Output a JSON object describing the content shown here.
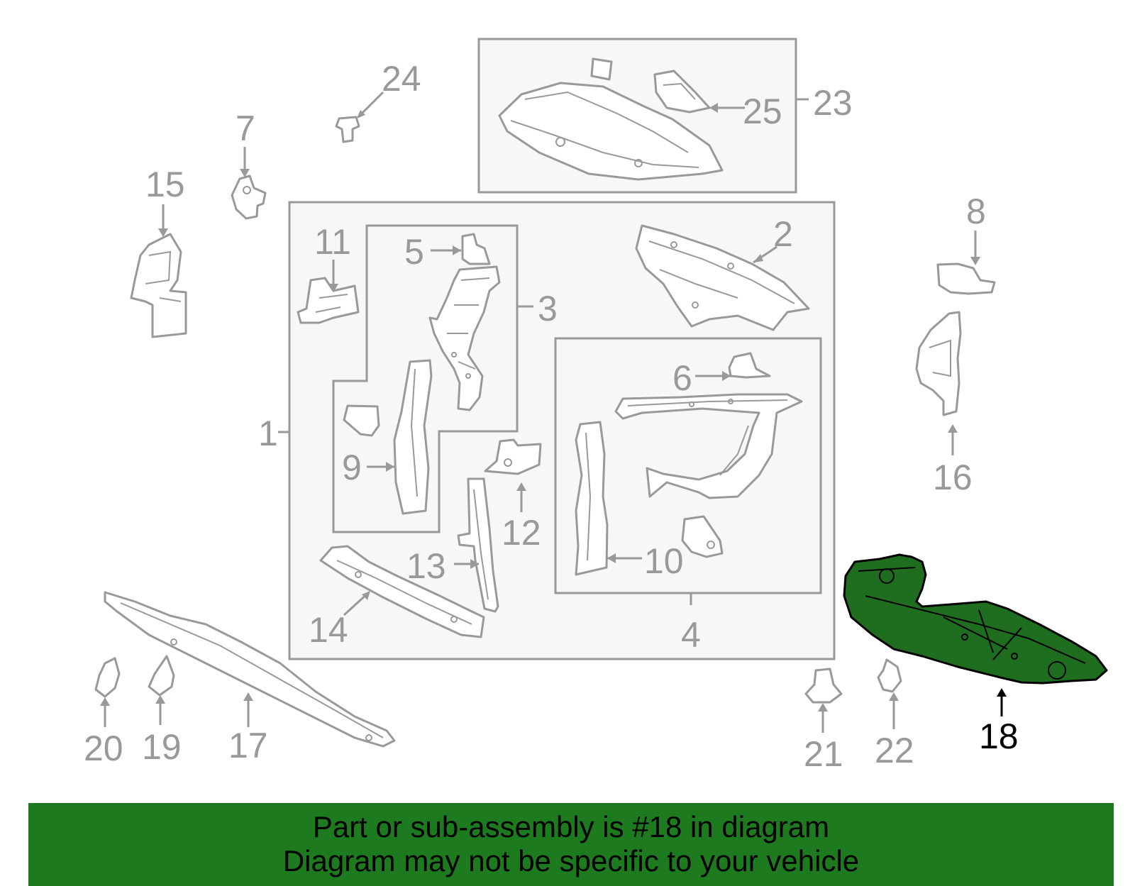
{
  "diagram": {
    "highlight_color": "#1f6e1f",
    "line_color": "#999999",
    "callouts": {
      "c1": "1",
      "c2": "2",
      "c3": "3",
      "c4": "4",
      "c5": "5",
      "c6": "6",
      "c7": "7",
      "c8": "8",
      "c9": "9",
      "c10": "10",
      "c11": "11",
      "c12": "12",
      "c13": "13",
      "c14": "14",
      "c15": "15",
      "c16": "16",
      "c17": "17",
      "c18": "18",
      "c19": "19",
      "c20": "20",
      "c21": "21",
      "c22": "22",
      "c23": "23",
      "c24": "24",
      "c25": "25"
    },
    "highlighted_part": "18"
  },
  "banner": {
    "background": "#1e7a1e",
    "line1": "Part or sub-assembly is #18 in diagram",
    "line2": "Diagram may not be specific to your vehicle"
  }
}
